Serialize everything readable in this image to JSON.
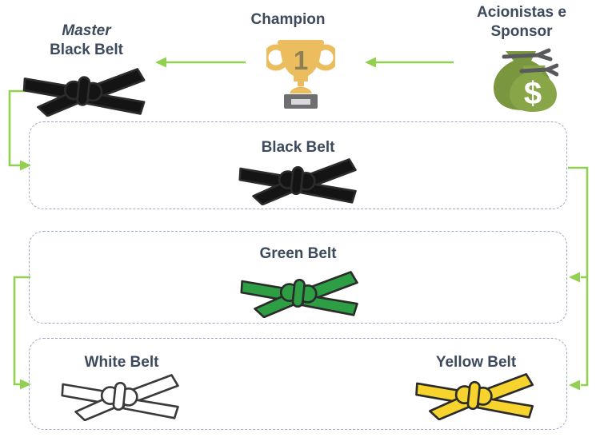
{
  "colors": {
    "arrow_green": "#92d050",
    "heading_text": "#3d4a5c",
    "box_border": "#9aa9c2",
    "belt_black": "#141414",
    "belt_green": "#2e9e44",
    "belt_white": "#ffffff",
    "belt_yellow": "#f6d32d",
    "belt_outline": "#2b2b2b",
    "trophy_gold": "#ecbd5e",
    "trophy_number_color": "#8c7f55",
    "trophy_base": "#6e6e71",
    "trophy_plate": "#d8d9da",
    "moneybag_green_back": "#7a963e",
    "moneybag_green_front": "#88a648",
    "moneybag_tie": "#595a5e",
    "moneybag_dollar_color": "#ffffff"
  },
  "top": {
    "master": {
      "line1": "Master",
      "line2": "Black Belt"
    },
    "champion": {
      "label": "Champion",
      "trophy_number": "1"
    },
    "sponsor": {
      "line1": "Acionistas e",
      "line2": "Sponsor",
      "dollar_sign": "$"
    }
  },
  "boxes": {
    "black": {
      "title": "Black Belt"
    },
    "green": {
      "title": "Green Belt"
    },
    "bottom": {
      "white_title": "White Belt",
      "yellow_title": "Yellow Belt"
    }
  }
}
